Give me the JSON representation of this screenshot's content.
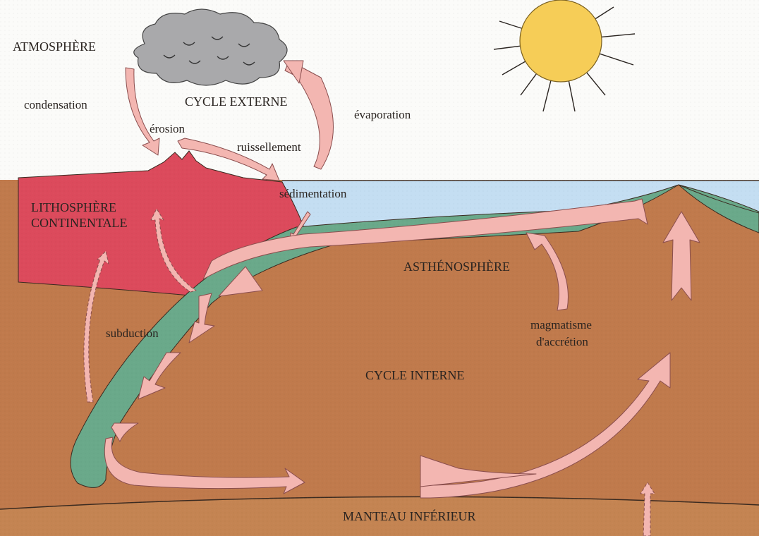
{
  "labels": {
    "atmosphere": "ATMOSPHÈRE",
    "condensation": "condensation",
    "cycle_externe": "CYCLE EXTERNE",
    "evaporation": "évaporation",
    "erosion": "érosion",
    "ruissellement": "ruissellement",
    "sedimentation": "sédimentation",
    "lithosphere_line1": "LITHOSPHÈRE",
    "lithosphere_line2": "CONTINENTALE",
    "asthenosphere": "ASTHÉNOSPHÈRE",
    "subduction": "subduction",
    "magmatisme_line1": "magmatisme",
    "magmatisme_line2": "d'accrétion",
    "cycle_interne": "CYCLE INTERNE",
    "manteau_inferieur": "MANTEAU INFÉRIEUR"
  },
  "colors": {
    "mantle": "#c07a4c",
    "lower_mantle": "#c48452",
    "continent": "#dc4a5c",
    "oceanic_plate": "#6aa98a",
    "ocean": "#c4def2",
    "arrow_fill": "#f3b6b1",
    "arrow_stroke": "#8a4e4e",
    "sun": "#f6cd57",
    "cloud": "#a9a9ab"
  },
  "icons": [
    "cloud-icon",
    "sun-icon"
  ]
}
